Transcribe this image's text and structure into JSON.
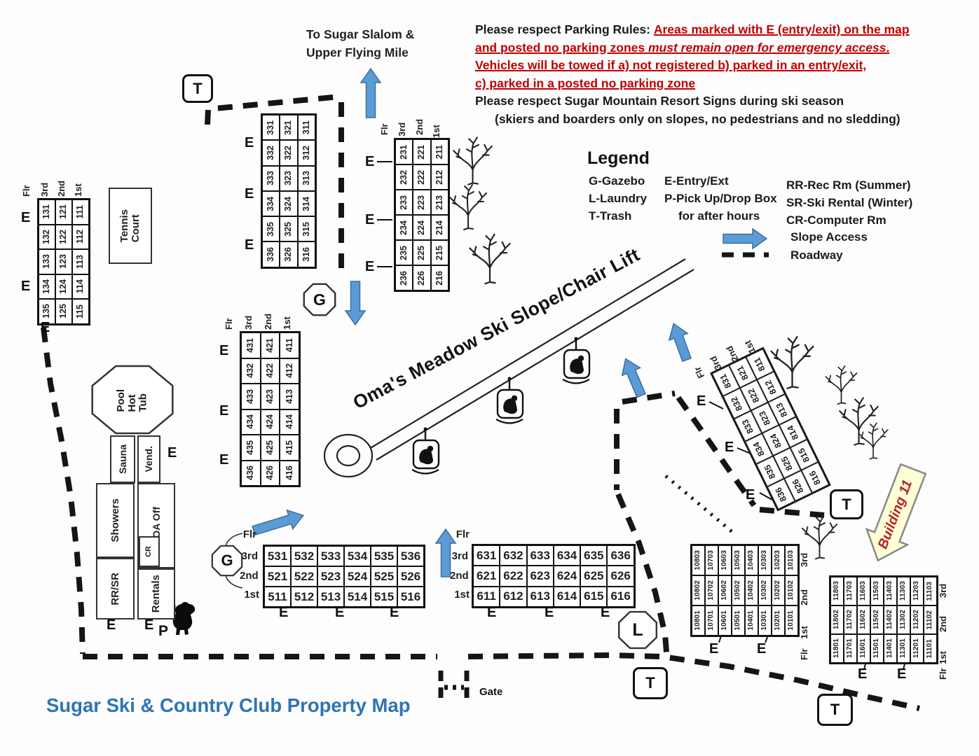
{
  "title": "Sugar Ski & Country Club Property Map",
  "destination": "To Sugar Slalom &\nUpper Flying Mile",
  "gate_label": "Gate",
  "slope_label": "Oma's Meadow Ski Slope/Chair Lift",
  "building11_label": "Building 11",
  "markers": {
    "entry": "E",
    "pickup": "P",
    "trash": "T",
    "laundry": "L",
    "gazebo": "G"
  },
  "rules": {
    "lines": [
      {
        "parts": [
          {
            "t": "Please respect Parking Rules:  ",
            "s": "b"
          },
          {
            "t": "Areas marked with ",
            "s": "ru"
          },
          {
            "t": "E (entry/exit)",
            "s": "rub"
          },
          {
            "t": " on the map",
            "s": "ru"
          }
        ]
      },
      {
        "parts": [
          {
            "t": "and ",
            "s": "ru"
          },
          {
            "t": "posted no parking zones ",
            "s": "rub"
          },
          {
            "t": "must remain open for emergency access",
            "s": "rubi"
          },
          {
            "t": ".",
            "s": "rub"
          }
        ]
      },
      {
        "parts": [
          {
            "t": "Vehicles will be towed if a) not registered b) parked in an entry/exit,",
            "s": "rub"
          }
        ]
      },
      {
        "parts": [
          {
            "t": "c) parked in a posted no parking zone",
            "s": "rub"
          }
        ]
      },
      {
        "parts": [
          {
            "t": "Please respect Sugar Mountain Resort Signs during ski season",
            "s": "b"
          }
        ]
      },
      {
        "indent": true,
        "parts": [
          {
            "t": "(skiers and boarders only on slopes, no pedestrians and no sledding)",
            "s": "b"
          }
        ]
      }
    ]
  },
  "legend": {
    "title": "Legend",
    "col1": [
      {
        "k": "G",
        "v": "-Gazebo"
      },
      {
        "k": "L",
        "v": "-Laundry"
      },
      {
        "k": "T",
        "v": "-Trash"
      }
    ],
    "col2": [
      {
        "k": "E",
        "v": "-Entry/Ext"
      },
      {
        "k": "P",
        "v": "-Pick Up/Drop Box"
      },
      {
        "k": "",
        "v": "for after hours"
      }
    ],
    "col3": [
      {
        "k": "RR",
        "v": "-Rec Rm (Summer)"
      },
      {
        "k": "SR",
        "v": "-Ski Rental (Winter)"
      },
      {
        "k": "CR",
        "v": "-Computer Rm"
      }
    ],
    "slope_access": "Slope Access",
    "roadway": "Roadway"
  },
  "amenities": {
    "tennis": "Tennis\nCourt",
    "pool": "Pool\nHot\nTub",
    "sauna": "Sauna",
    "vending": "Vend.",
    "showers": "Showers",
    "rec_ski": "RR/SR",
    "hoa": "HOA Off",
    "computer": "CR",
    "rentals": "Rentals"
  },
  "grids": {
    "b100": {
      "header": [
        "Flr",
        "3rd",
        "2nd",
        "1st"
      ],
      "rows": [
        [
          "131",
          "121",
          "111"
        ],
        [
          "132",
          "122",
          "112"
        ],
        [
          "133",
          "123",
          "113"
        ],
        [
          "134",
          "124",
          "114"
        ],
        [
          "135",
          "125",
          "115"
        ]
      ]
    },
    "b200": {
      "header": [
        "Flr",
        "3rd",
        "2nd",
        "1st"
      ],
      "rows": [
        [
          "231",
          "221",
          "211"
        ],
        [
          "232",
          "222",
          "212"
        ],
        [
          "233",
          "223",
          "213"
        ],
        [
          "234",
          "224",
          "214"
        ],
        [
          "235",
          "225",
          "215"
        ],
        [
          "236",
          "226",
          "216"
        ]
      ]
    },
    "b300": {
      "rows": [
        [
          "331",
          "321",
          "311"
        ],
        [
          "332",
          "322",
          "312"
        ],
        [
          "333",
          "323",
          "313"
        ],
        [
          "334",
          "324",
          "314"
        ],
        [
          "335",
          "325",
          "315"
        ],
        [
          "336",
          "326",
          "316"
        ]
      ]
    },
    "b400": {
      "header": [
        "Flr",
        "3rd",
        "2nd",
        "1st"
      ],
      "rows": [
        [
          "431",
          "421",
          "411"
        ],
        [
          "432",
          "422",
          "412"
        ],
        [
          "433",
          "423",
          "413"
        ],
        [
          "434",
          "424",
          "414"
        ],
        [
          "435",
          "425",
          "415"
        ],
        [
          "436",
          "426",
          "416"
        ]
      ]
    },
    "b500": {
      "flr": "Flr",
      "floors": [
        "3rd",
        "2nd",
        "1st"
      ],
      "rows": [
        [
          "531",
          "532",
          "533",
          "534",
          "535",
          "536"
        ],
        [
          "521",
          "522",
          "523",
          "524",
          "525",
          "526"
        ],
        [
          "511",
          "512",
          "513",
          "514",
          "515",
          "516"
        ]
      ]
    },
    "b600": {
      "flr": "Flr",
      "floors": [
        "3rd",
        "2nd",
        "1st"
      ],
      "rows": [
        [
          "631",
          "632",
          "633",
          "634",
          "635",
          "636"
        ],
        [
          "621",
          "622",
          "623",
          "624",
          "625",
          "626"
        ],
        [
          "611",
          "612",
          "613",
          "614",
          "615",
          "616"
        ]
      ]
    },
    "b800": {
      "header": [
        "Flr",
        "3rd",
        "2nd",
        "1st"
      ],
      "rows": [
        [
          "831",
          "821",
          "811"
        ],
        [
          "832",
          "822",
          "812"
        ],
        [
          "833",
          "823",
          "813"
        ],
        [
          "834",
          "824",
          "814"
        ],
        [
          "835",
          "825",
          "815"
        ],
        [
          "836",
          "826",
          "816"
        ]
      ]
    },
    "b10": {
      "flr": "Flr",
      "floors": [
        "3rd",
        "2nd",
        "1st"
      ],
      "rows": [
        [
          "10803",
          "10703",
          "10603",
          "10503",
          "10403",
          "10303",
          "10203",
          "10103"
        ],
        [
          "10802",
          "10702",
          "10602",
          "10502",
          "10402",
          "10302",
          "10202",
          "10102"
        ],
        [
          "10801",
          "10701",
          "10601",
          "10501",
          "10401",
          "10301",
          "10201",
          "10101"
        ]
      ]
    },
    "b11": {
      "flr": "Flr",
      "floors": [
        "3rd",
        "2nd",
        "1st"
      ],
      "rows": [
        [
          "11803",
          "11703",
          "11603",
          "11503",
          "11403",
          "11303",
          "11203",
          "11103"
        ],
        [
          "11802",
          "11702",
          "11602",
          "11502",
          "11402",
          "11302",
          "11202",
          "11102"
        ],
        [
          "11801",
          "11701",
          "11601",
          "11501",
          "11401",
          "11301",
          "11201",
          "11101"
        ]
      ]
    }
  },
  "colors": {
    "accent_blue": "#5b9bd5",
    "title_blue": "#2e74b5",
    "warning_red": "#c00000",
    "arrow_yellow": "#ffffd6"
  }
}
